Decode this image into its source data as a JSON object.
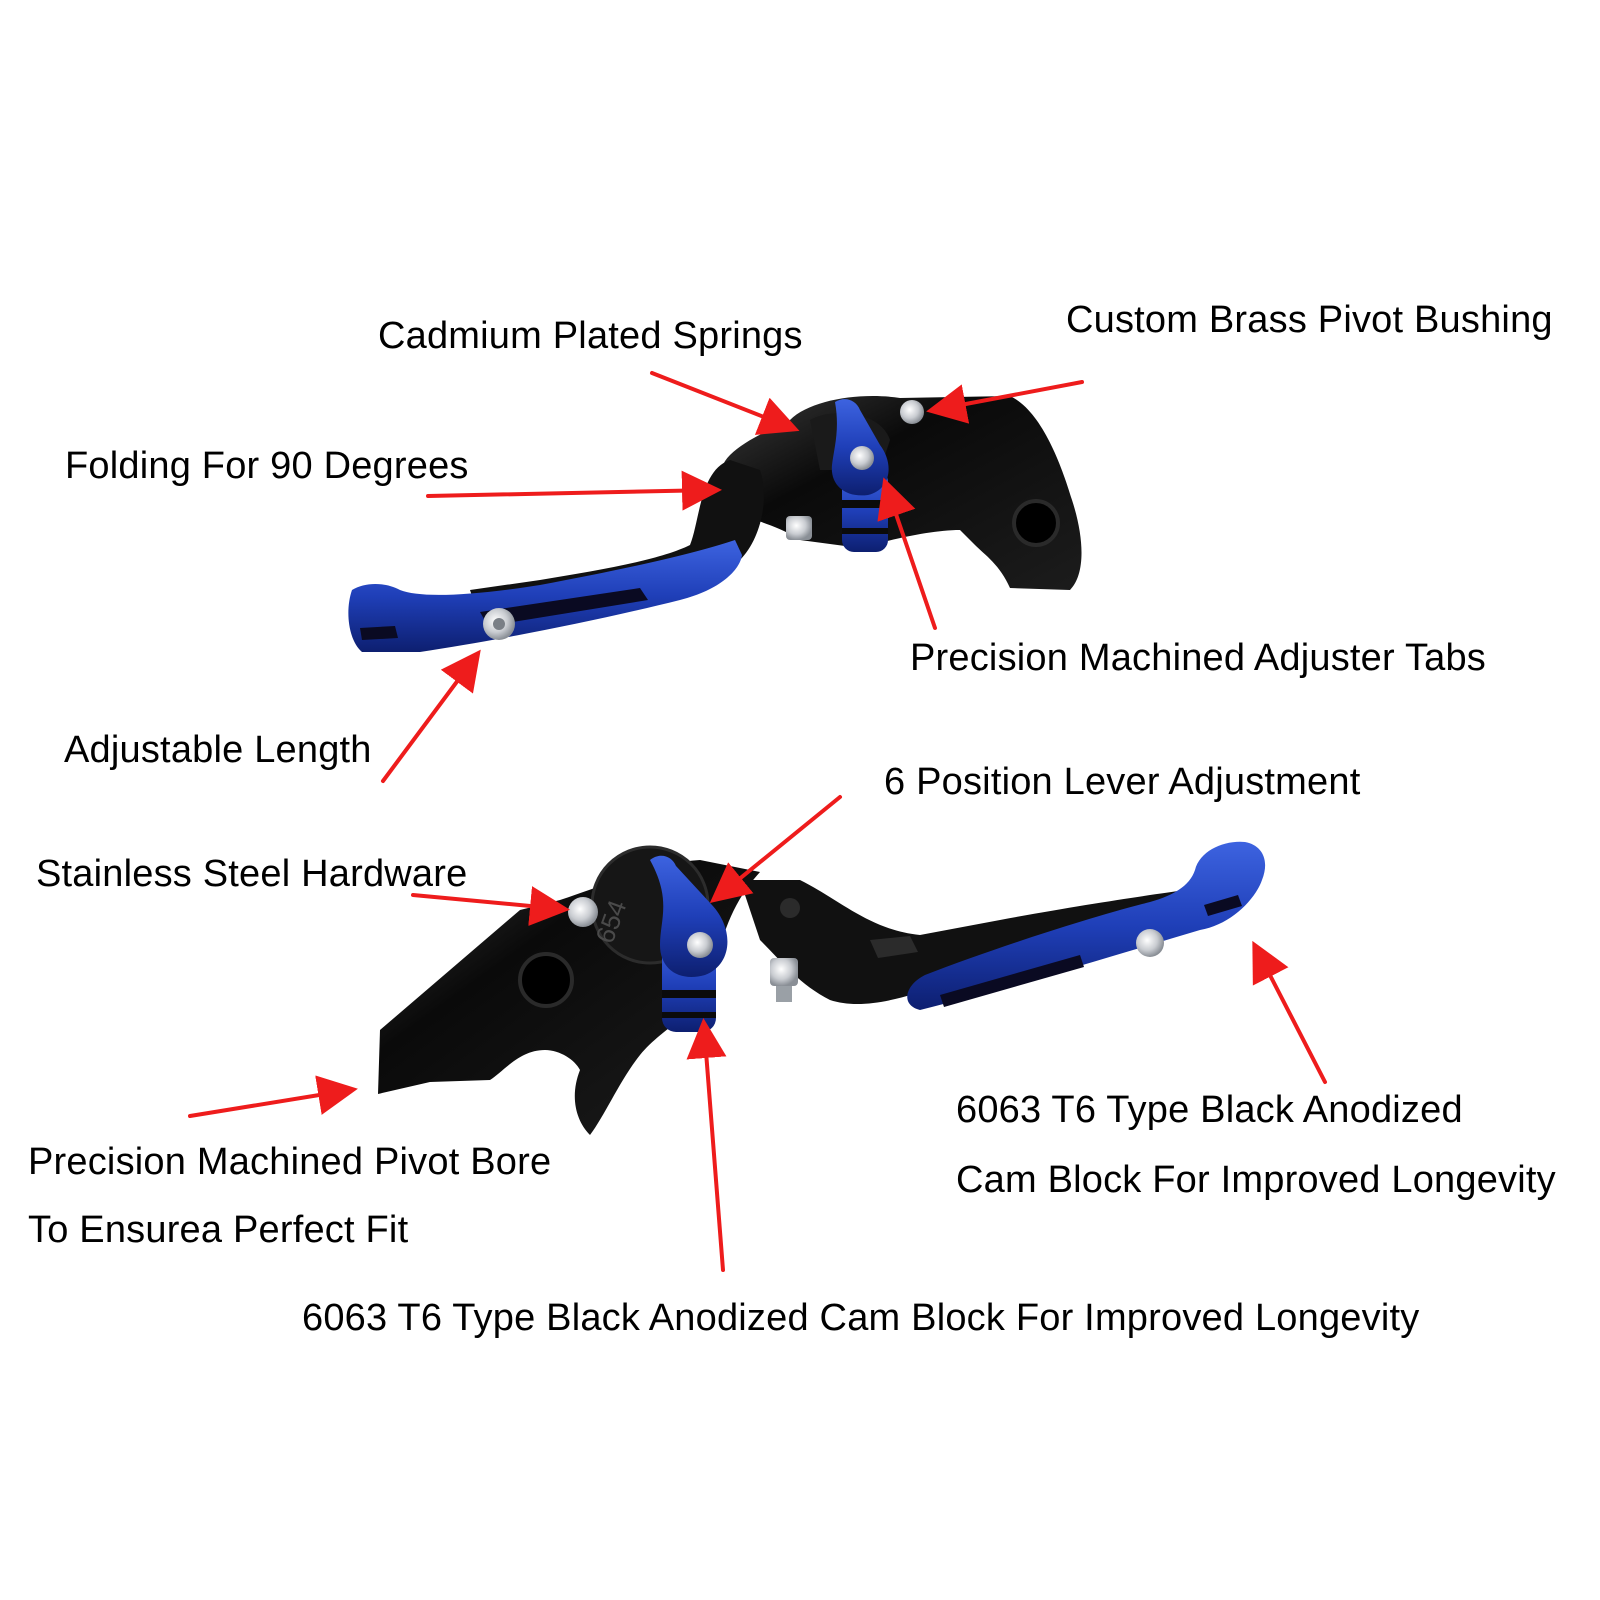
{
  "colors": {
    "background": "#ffffff",
    "arrow": "#ee1c1c",
    "anodized_black": "#101010",
    "anodized_blue": "#1f3fb8",
    "steel": "#cfd3d8",
    "text": "#000000"
  },
  "callouts": {
    "cadmium_springs": "Cadmium Plated Springs",
    "brass_bushing": "Custom Brass Pivot Bushing",
    "folding": "Folding For 90 Degrees",
    "adjuster_tabs": "Precision Machined Adjuster Tabs",
    "adjustable_length": "Adjustable Length",
    "lever_adjustment": "6 Position Lever Adjustment",
    "stainless_hardware": "Stainless Steel Hardware",
    "pivot_bore_line1": "Precision Machined Pivot Bore",
    "pivot_bore_line2": "To Ensurea Perfect Fit",
    "cam_block_right_line1": "6063 T6 Type Black Anodized",
    "cam_block_right_line2": "Cam Block For Improved Longevity",
    "cam_block_bottom": "6063 T6 Type Black Anodized Cam Block For Improved Longevity"
  },
  "engravings": {
    "dial_numbers": "654"
  }
}
